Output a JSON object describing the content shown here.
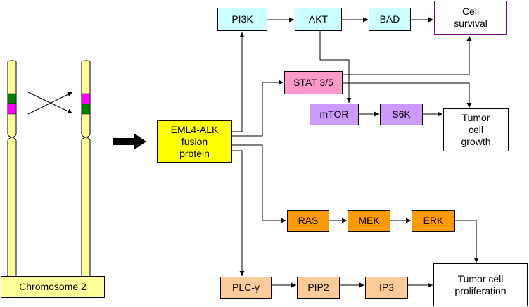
{
  "nodes": {
    "pi3k": {
      "label": "PI3K"
    },
    "akt": {
      "label": "AKT"
    },
    "bad": {
      "label": "BAD"
    },
    "cell_survival": {
      "label": "Cell\nsurvival"
    },
    "stat": {
      "label": "STAT 3/5"
    },
    "mtor": {
      "label": "mTOR"
    },
    "s6k": {
      "label": "S6K"
    },
    "tumor_growth": {
      "label": "Tumor\ncell\ngrowth"
    },
    "eml4_alk": {
      "label": "EML4-ALK\nfusion\nprotein"
    },
    "ras": {
      "label": "RAS"
    },
    "mek": {
      "label": "MEK"
    },
    "erk": {
      "label": "ERK"
    },
    "plc": {
      "label": "PLC-γ"
    },
    "pip2": {
      "label": "PIP2"
    },
    "ip3": {
      "label": "IP3"
    },
    "tumor_proliferation": {
      "label": "Tumor cell\nproliferation"
    },
    "chromosome": {
      "label": "Chromosome 2"
    }
  },
  "colors": {
    "cyan": "#ccffff",
    "pink": "#ff99cc",
    "purple": "#cc99ff",
    "orange": "#ff9900",
    "peach": "#ffcc99",
    "yellow": "#ffff00",
    "pale_yellow": "#ffff99",
    "chromosome_fill": "#ffff99",
    "band_green": "#008000",
    "band_magenta": "#ff00ff",
    "survival_border": "#800080"
  }
}
